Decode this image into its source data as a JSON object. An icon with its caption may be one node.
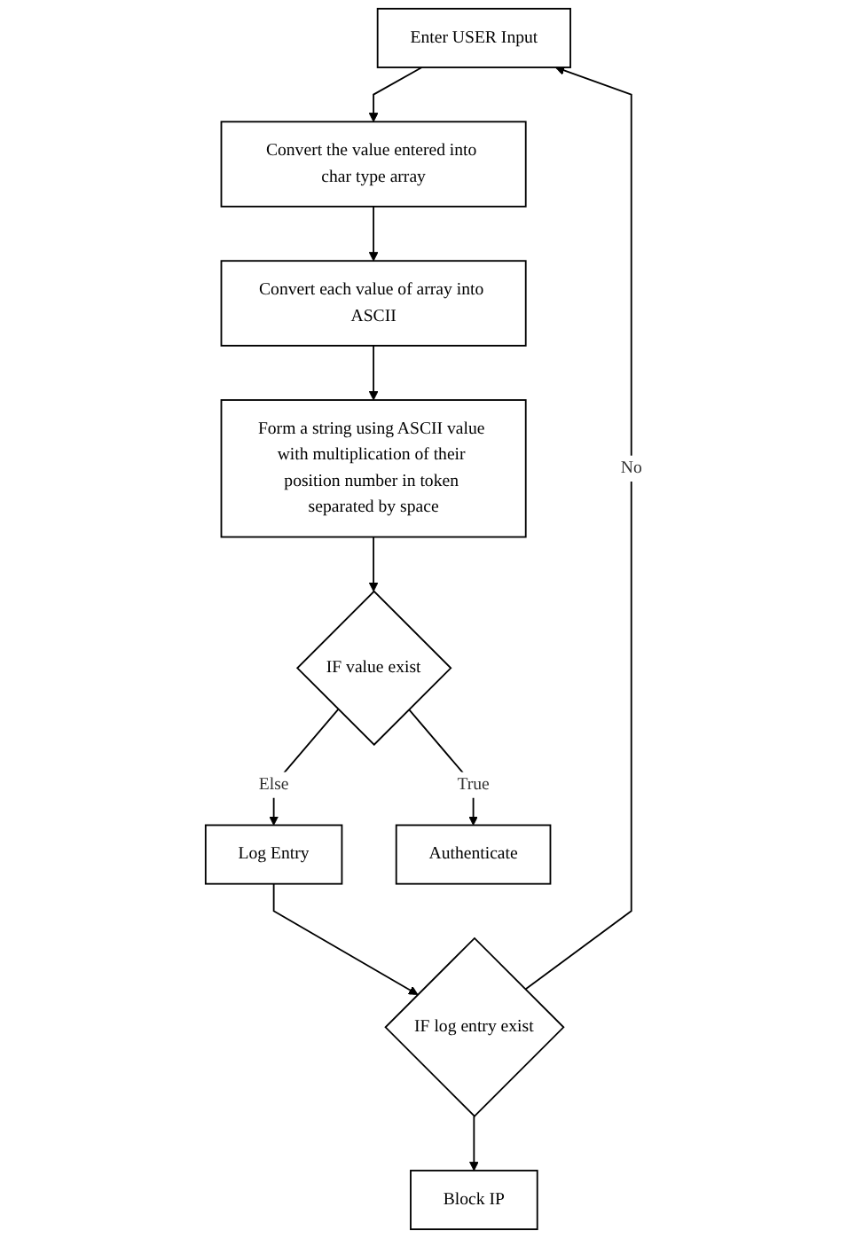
{
  "diagram": {
    "nodes": [
      {
        "text": [
          "Enter USER Input"
        ]
      },
      {
        "text": [
          "Convert the value entered into char type array"
        ]
      },
      {
        "text": [
          "Convert each value of array into ASCII"
        ]
      },
      {
        "text": [
          "Form a string using ASCII value with multiplication of their position number in token separated by space"
        ]
      },
      {
        "text": [
          "IF value exist"
        ]
      },
      {
        "text": [
          "Log Entry"
        ]
      },
      {
        "text": [
          "Authenticate"
        ]
      },
      {
        "text": [
          "IF log entry exist"
        ]
      },
      {
        "text": [
          "Block IP"
        ]
      }
    ],
    "edges": [
      {
        "from": 0,
        "to": 1,
        "arrow": "to"
      },
      {
        "from": 1,
        "to": 2,
        "arrow": "to"
      },
      {
        "from": 2,
        "to": 3,
        "arrow": "to"
      },
      {
        "from": 3,
        "to": 4,
        "arrow": "to"
      },
      {
        "from": 4,
        "to": 5,
        "arrow": "to",
        "label": "Else"
      },
      {
        "from": 4,
        "to": 6,
        "arrow": "to",
        "label": "True"
      },
      {
        "from": 5,
        "to": 7,
        "arrow": "to"
      },
      {
        "from": 7,
        "to": 0,
        "arrow": "to",
        "label": "No"
      },
      {
        "from": 7,
        "to": 8,
        "arrow": "to"
      }
    ]
  }
}
